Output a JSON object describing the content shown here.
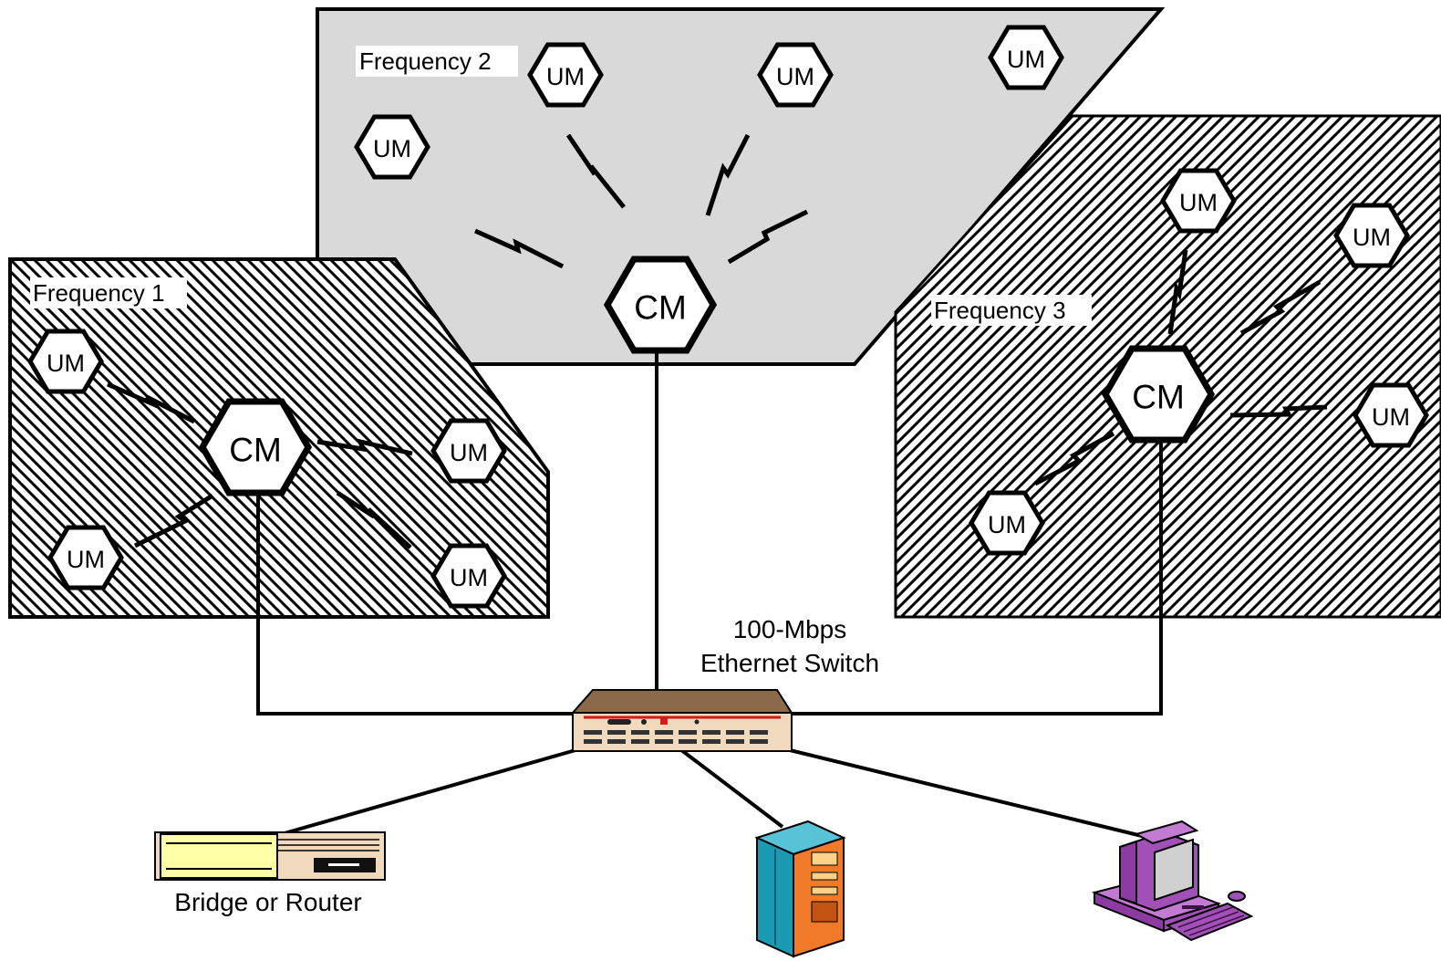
{
  "zones": {
    "frequency1": {
      "label": "Frequency 1"
    },
    "frequency2": {
      "label": "Frequency 2"
    },
    "frequency3": {
      "label": "Frequency 3"
    }
  },
  "nodes": {
    "cm_label": "CM",
    "um_label": "UM"
  },
  "switch": {
    "label_line1": "100-Mbps",
    "label_line2": "Ethernet Switch"
  },
  "devices": {
    "bridge_label": "Bridge or Router"
  },
  "colors": {
    "frequency2_fill": "#d9d9d9",
    "switch_top": "#8b6a4c",
    "switch_front": "#f0d9bd",
    "server_teal": "#1a9bb3",
    "server_orange": "#f07a2a",
    "workstation_purple": "#a34fb8",
    "router_body": "#f0d9bd",
    "router_panel": "#ffffa8"
  }
}
